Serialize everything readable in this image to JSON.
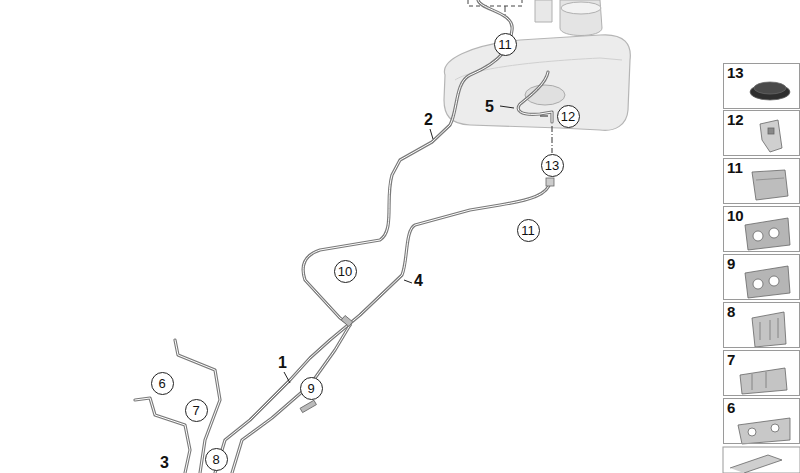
{
  "diagram": {
    "nodes": [
      {
        "text": [
          "11"
        ]
      },
      {
        "text": [
          "12"
        ]
      },
      {
        "text": [
          "13"
        ]
      },
      {
        "text": [
          "11"
        ]
      },
      {
        "text": [
          "10"
        ]
      },
      {
        "text": [
          "6"
        ]
      },
      {
        "text": [
          "9"
        ]
      },
      {
        "text": [
          "7"
        ]
      },
      {
        "text": [
          "8"
        ]
      },
      {
        "text": [
          "13"
        ]
      },
      {
        "text": [
          "12"
        ]
      },
      {
        "text": [
          "11"
        ]
      },
      {
        "text": [
          "10"
        ]
      },
      {
        "text": [
          "9"
        ]
      },
      {
        "text": [
          "8"
        ]
      },
      {
        "text": [
          "7"
        ]
      },
      {
        "text": [
          "6"
        ]
      }
    ],
    "labels": [
      "2",
      "5",
      "4",
      "1",
      "3"
    ]
  }
}
